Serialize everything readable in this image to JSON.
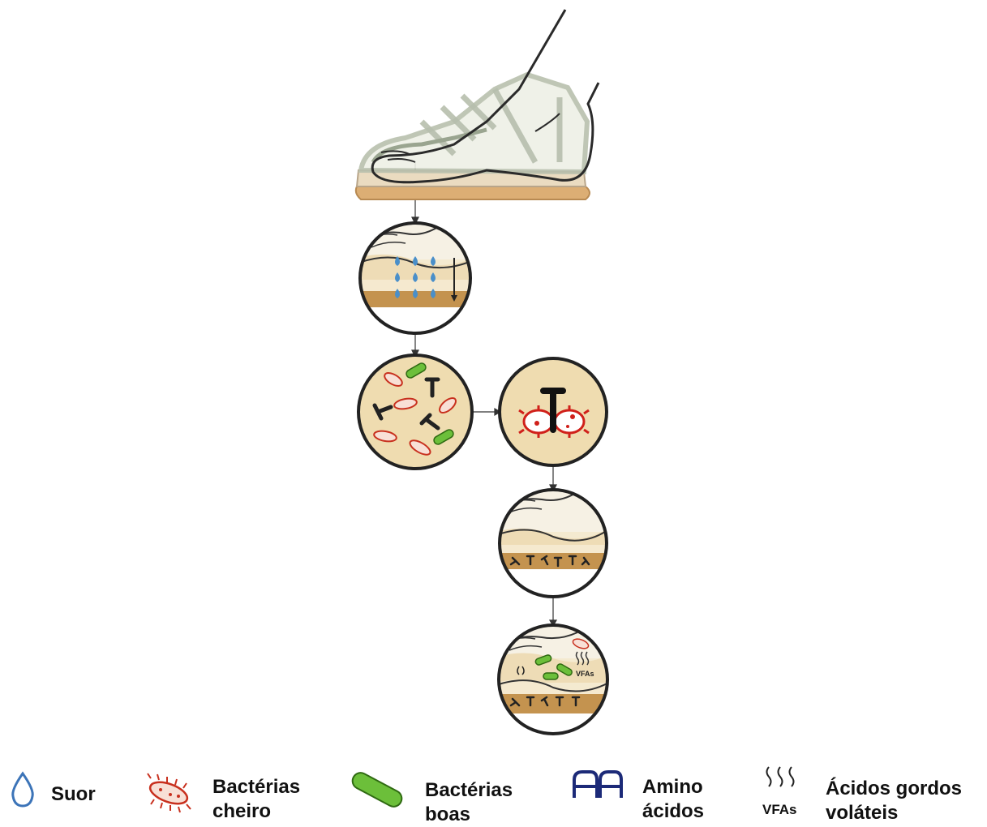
{
  "diagram": {
    "stages": [
      {
        "id": "sneaker",
        "depicts": "shoe-with-foot"
      },
      {
        "id": "sweat",
        "depicts": "sweat-drops-soaking-into-insole"
      },
      {
        "id": "bacteria-mix",
        "depicts": "odor-bacteria-good-bacteria-amino-acids"
      },
      {
        "id": "breakdown",
        "depicts": "odor-bacteria-breaking-down-amino-acid"
      },
      {
        "id": "acids-in-insole",
        "depicts": "amino-acids-in-insole-layers"
      },
      {
        "id": "vfa-release",
        "depicts": "volatile-fatty-acids-released"
      }
    ],
    "inline_text": {
      "vfa_small": "VFAs"
    }
  },
  "legend": {
    "items": [
      {
        "icon": "sweat-drop-icon",
        "label": "Suor"
      },
      {
        "icon": "odor-bacteria-icon",
        "label": "Bactérias\ncheiro"
      },
      {
        "icon": "good-bacteria-icon",
        "label": "Bactérias\nboas"
      },
      {
        "icon": "amino-acids-icon",
        "label": "Amino\nácidos"
      },
      {
        "icon": "volatile-acids-icon",
        "label": "Ácidos gordos\nvoláteis",
        "icon_text": "VFAs"
      }
    ]
  },
  "colors": {
    "sweat": "#4a8fc9",
    "odor_bacteria": "#c8301e",
    "good_bacteria": "#6cbf3a",
    "amino_acids": "#1c2a78",
    "insole": "#d9a86a",
    "circle_fill": "#efdcb0",
    "outline": "#222222"
  }
}
